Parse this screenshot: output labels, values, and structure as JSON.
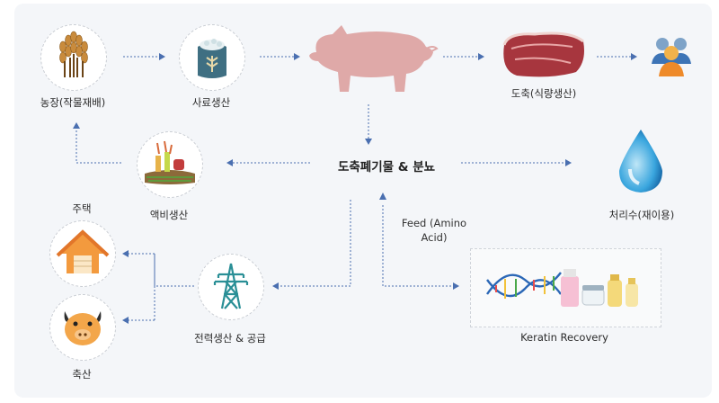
{
  "nodes": {
    "farm": {
      "label": "농장(작물재배)",
      "icon": "wheat-icon"
    },
    "feed_production": {
      "label": "사료생산",
      "icon": "feed-sack-icon"
    },
    "pig": {
      "icon": "pig-icon"
    },
    "slaughter": {
      "label": "도축(식량생산)",
      "icon": "meat-icon"
    },
    "consumers": {
      "icon": "people-icon"
    },
    "waste": {
      "label": "도축폐기물 & 분뇨"
    },
    "liquid_fertilizer": {
      "label": "액비생산",
      "icon": "field-fertilizer-icon"
    },
    "treated_water": {
      "label": "처리수(재이용)",
      "icon": "water-drop-icon"
    },
    "housing": {
      "label": "주택",
      "icon": "house-icon"
    },
    "livestock": {
      "label": "축산",
      "icon": "pig-face-icon"
    },
    "power": {
      "label": "전력생산 & 공급",
      "icon": "power-tower-icon"
    },
    "feed_amino": {
      "line1": "Feed (Amino",
      "line2": "Acid)"
    },
    "keratin": {
      "label": "Keratin Recovery",
      "icon": "dna-cosmetics-icon"
    }
  },
  "colors": {
    "arrow": "#4a6fb0",
    "pig": "#dfa9a8"
  }
}
